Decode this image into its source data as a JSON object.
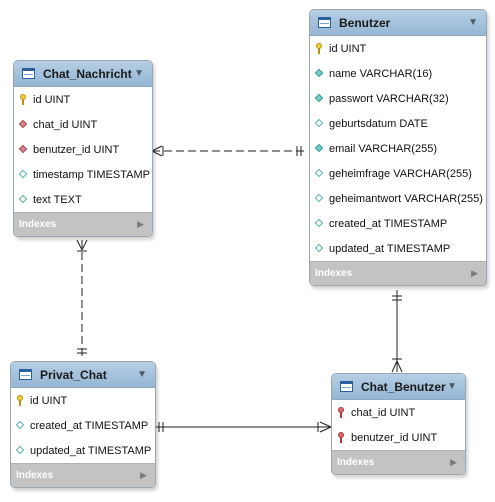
{
  "tables": {
    "benutzer": {
      "title": "Benutzer",
      "columns": [
        {
          "icon": "primary-key-icon",
          "text": "id UINT"
        },
        {
          "icon": "column-diamond-icon",
          "text": "name VARCHAR(16)"
        },
        {
          "icon": "column-diamond-icon",
          "text": "passwort VARCHAR(32)"
        },
        {
          "icon": "nullable-column-icon",
          "text": "geburtsdatum DATE"
        },
        {
          "icon": "column-diamond-icon",
          "text": "email VARCHAR(255)"
        },
        {
          "icon": "nullable-column-icon",
          "text": "geheimfrage VARCHAR(255)"
        },
        {
          "icon": "nullable-column-icon",
          "text": "geheimantwort VARCHAR(255)"
        },
        {
          "icon": "nullable-column-icon",
          "text": "created_at TIMESTAMP"
        },
        {
          "icon": "nullable-column-icon",
          "text": "updated_at TIMESTAMP"
        }
      ],
      "indexes_label": "Indexes"
    },
    "chat_nachricht": {
      "title": "Chat_Nachricht",
      "columns": [
        {
          "icon": "primary-key-icon",
          "text": "id UINT"
        },
        {
          "icon": "foreign-key-icon",
          "text": "chat_id UINT"
        },
        {
          "icon": "foreign-key-icon",
          "text": "benutzer_id UINT"
        },
        {
          "icon": "nullable-column-icon",
          "text": "timestamp TIMESTAMP"
        },
        {
          "icon": "nullable-column-icon",
          "text": "text TEXT"
        }
      ],
      "indexes_label": "Indexes"
    },
    "privat_chat": {
      "title": "Privat_Chat",
      "columns": [
        {
          "icon": "primary-key-icon",
          "text": "id UINT"
        },
        {
          "icon": "nullable-column-icon",
          "text": "created_at TIMESTAMP"
        },
        {
          "icon": "nullable-column-icon",
          "text": "updated_at TIMESTAMP"
        }
      ],
      "indexes_label": "Indexes"
    },
    "chat_benutzer": {
      "title": "Chat_Benutzer",
      "columns": [
        {
          "icon": "primary-foreign-key-icon",
          "text": "chat_id UINT"
        },
        {
          "icon": "primary-foreign-key-icon",
          "text": "benutzer_id UINT"
        }
      ],
      "indexes_label": "Indexes"
    }
  },
  "relationships": [
    {
      "from": "Chat_Nachricht",
      "to": "Benutzer",
      "style": "dashed",
      "from_end": "many",
      "to_end": "one"
    },
    {
      "from": "Chat_Nachricht",
      "to": "Privat_Chat",
      "style": "dashed",
      "from_end": "many",
      "to_end": "one"
    },
    {
      "from": "Chat_Benutzer",
      "to": "Privat_Chat",
      "style": "solid",
      "from_end": "many",
      "to_end": "one"
    },
    {
      "from": "Chat_Benutzer",
      "to": "Benutzer",
      "style": "solid",
      "from_end": "many",
      "to_end": "one"
    }
  ],
  "colors": {
    "header": "#a9c6e0",
    "indexes_bar": "#c3c3c3",
    "primary_key": "#f3cd3b",
    "foreign_key": "#d9848a",
    "column": "#72cfc6",
    "connector": "#222222"
  }
}
